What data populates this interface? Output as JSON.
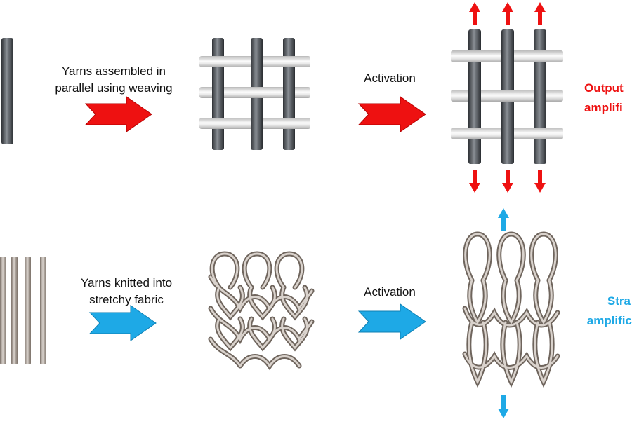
{
  "colors": {
    "red": "#ee1111",
    "blue": "#1ea9e6",
    "dark_yarn": "#555a60",
    "light_yarn": "#dcdcdc",
    "knit_yarn": "#a39890"
  },
  "top_row": {
    "step1_caption": [
      "Yarns assembled in",
      "parallel using weaving"
    ],
    "step2_caption": "Activation",
    "outcome": [
      "Output",
      "amplifi"
    ]
  },
  "bottom_row": {
    "step1_caption": [
      "Yarns knitted into",
      "stretchy fabric"
    ],
    "step2_caption": "Activation",
    "outcome": [
      "Stra",
      "amplific"
    ]
  }
}
